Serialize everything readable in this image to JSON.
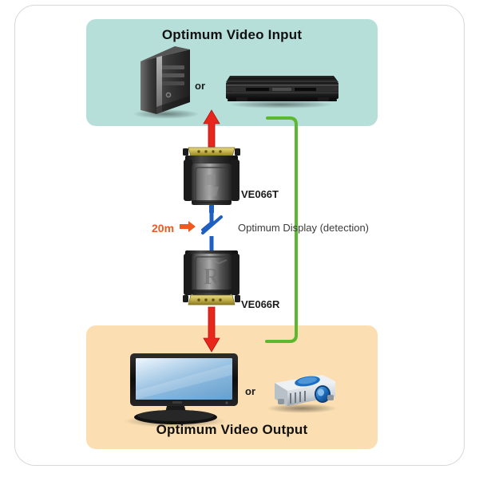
{
  "diagram": {
    "title_visible": false,
    "frame": {
      "name": "outer-rounded-frame"
    },
    "input_zone": {
      "title": "Optimum Video Input",
      "bg_color": "#b7dfda",
      "or_label": "or",
      "sources": [
        {
          "name": "desktop-pc",
          "icon": "computer-tower-icon"
        },
        {
          "name": "dvd-player",
          "icon": "dvd-player-icon"
        }
      ]
    },
    "output_zone": {
      "title": "Optimum Video Output",
      "bg_color": "#fbdfb2",
      "or_label": "or",
      "displays": [
        {
          "name": "lcd-monitor",
          "icon": "monitor-icon"
        },
        {
          "name": "projector",
          "icon": "projector-icon"
        }
      ]
    },
    "devices": [
      {
        "id": "transmitter",
        "label": "VE066T",
        "icon": "vga-extender-transmitter-icon"
      },
      {
        "id": "receiver",
        "label": "VE066R",
        "icon": "vga-extender-receiver-icon",
        "marking": "R"
      }
    ],
    "cable": {
      "distance_label": "20m",
      "distance_color": "#f05a1e",
      "cable_color": "#1f5fbf",
      "break_symbol": "cable-break-slash"
    },
    "detection_path": {
      "label": "Optimum Display (detection)",
      "line_color": "#5cb82e"
    },
    "signal_path": {
      "arrow_color": "#e8261c"
    }
  }
}
